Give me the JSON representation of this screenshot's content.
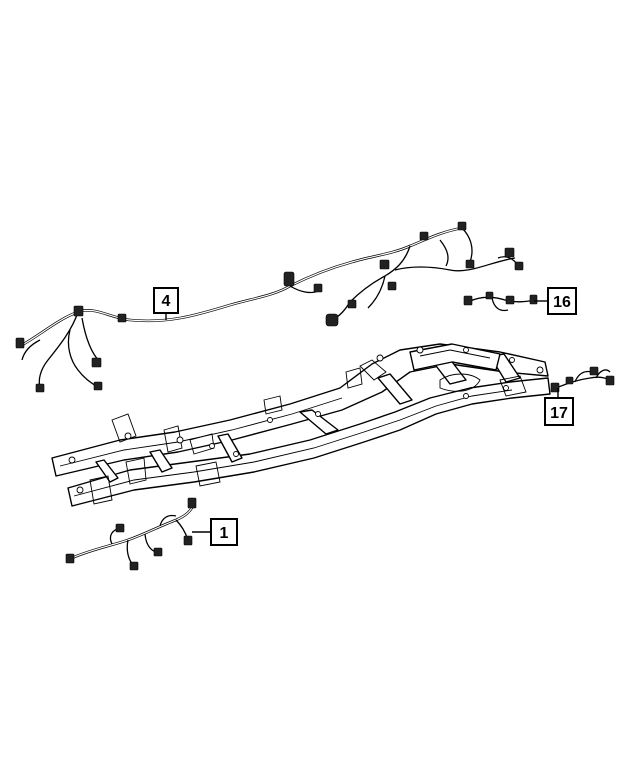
{
  "callouts": [
    {
      "id": "c4",
      "label": "4",
      "part": "main-body-harness"
    },
    {
      "id": "c16",
      "label": "16",
      "part": "rear-sensor-jumper"
    },
    {
      "id": "c17",
      "label": "17",
      "part": "rear-sensor-harness"
    },
    {
      "id": "c1",
      "label": "1",
      "part": "front-frame-harness"
    }
  ],
  "colors": {
    "line": "#000000",
    "background": "#ffffff"
  }
}
